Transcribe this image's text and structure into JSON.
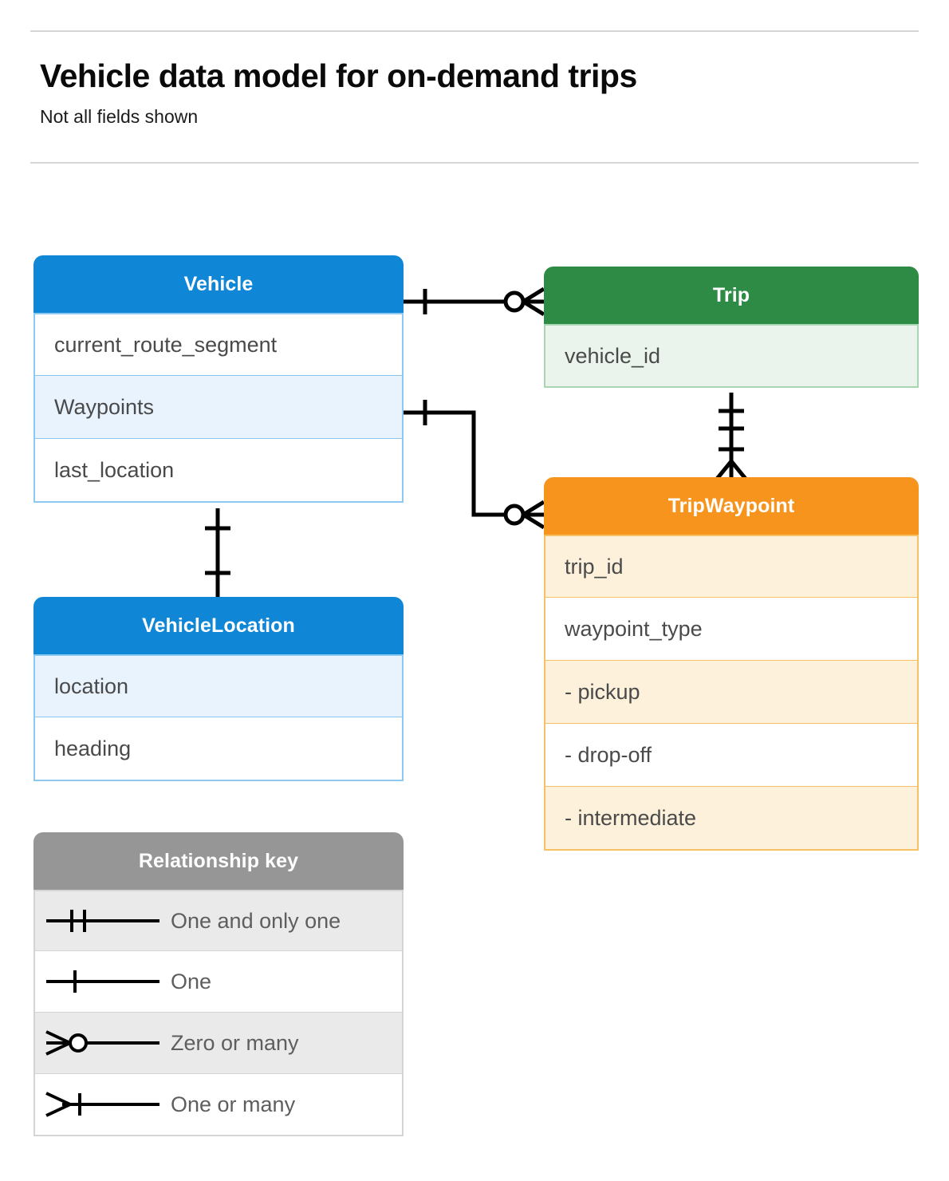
{
  "header": {
    "title": "Vehicle data model for on-demand trips",
    "subtitle": "Not all fields shown"
  },
  "colors": {
    "blue": "#0f86d6",
    "blue_tint": "#e8f3fd",
    "blue_border": "#8dc8f0",
    "green": "#2e8b46",
    "green_tint": "#eaf4ed",
    "green_border": "#a9d5b5",
    "orange": "#f7941e",
    "orange_tint": "#fdf1dc",
    "orange_border": "#f6c164",
    "grey": "#969696",
    "grey_tint": "#eaeaea",
    "line": "#000000",
    "rule": "#d6d6d6",
    "field_text": "#4a4a4a"
  },
  "entities": {
    "vehicle": {
      "name": "Vehicle",
      "fields": [
        {
          "label": "current_route_segment",
          "highlight": false
        },
        {
          "label": "Waypoints",
          "highlight": true
        },
        {
          "label": "last_location",
          "highlight": false
        }
      ]
    },
    "vehicle_location": {
      "name": "VehicleLocation",
      "fields": [
        {
          "label": "location",
          "highlight": true
        },
        {
          "label": "heading",
          "highlight": false
        }
      ]
    },
    "trip": {
      "name": "Trip",
      "fields": [
        {
          "label": "vehicle_id",
          "highlight": true
        }
      ]
    },
    "trip_waypoint": {
      "name": "TripWaypoint",
      "fields": [
        {
          "label": "trip_id",
          "highlight": true
        },
        {
          "label": "waypoint_type",
          "highlight": false
        },
        {
          "label": "-  pickup",
          "highlight": true
        },
        {
          "label": "-  drop-off",
          "highlight": false
        },
        {
          "label": "-  intermediate",
          "highlight": true
        }
      ]
    }
  },
  "legend": {
    "title": "Relationship key",
    "items": [
      {
        "symbol": "one-and-only-one",
        "label": "One and only one",
        "highlight": true
      },
      {
        "symbol": "one",
        "label": "One",
        "highlight": false
      },
      {
        "symbol": "zero-or-many",
        "label": "Zero or many",
        "highlight": true
      },
      {
        "symbol": "one-or-many",
        "label": "One or many",
        "highlight": false
      }
    ]
  },
  "relationships": [
    {
      "name": "vehicle-to-trip",
      "from": "Vehicle",
      "to": "Trip",
      "from_cardinality": "one",
      "to_cardinality": "zero-or-many"
    },
    {
      "name": "vehicle-waypoints-to-tripwaypoint",
      "from": "Vehicle.Waypoints",
      "to": "TripWaypoint",
      "from_cardinality": "one",
      "to_cardinality": "zero-or-many"
    },
    {
      "name": "trip-to-tripwaypoint",
      "from": "Trip",
      "to": "TripWaypoint",
      "from_cardinality": "one-and-only-one",
      "to_cardinality": "one-or-many"
    },
    {
      "name": "vehicle-to-vehiclelocation",
      "from": "Vehicle",
      "to": "VehicleLocation",
      "from_cardinality": "one",
      "to_cardinality": "one"
    }
  ]
}
